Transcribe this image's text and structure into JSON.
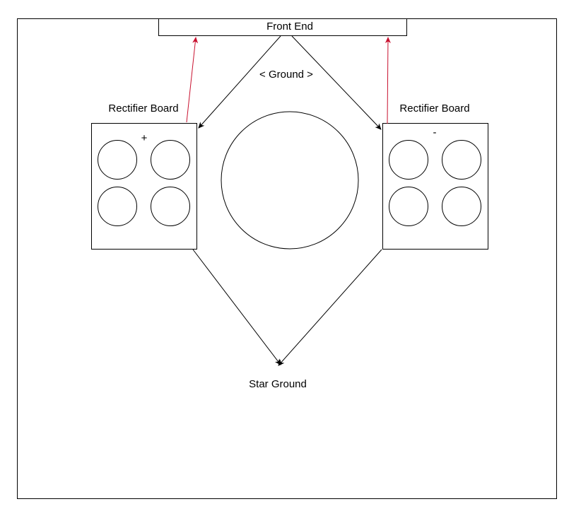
{
  "diagram": {
    "front_end_label": "Front End",
    "ground_label": "< Ground >",
    "rectifier_left_label": "Rectifier Board",
    "rectifier_right_label": "Rectifier Board",
    "rectifier_left_sign": "+",
    "rectifier_right_sign": "-",
    "star_ground_label": "Star Ground"
  },
  "colors": {
    "line": "#000000",
    "positive_wire": "#c8102e",
    "background": "#ffffff"
  }
}
